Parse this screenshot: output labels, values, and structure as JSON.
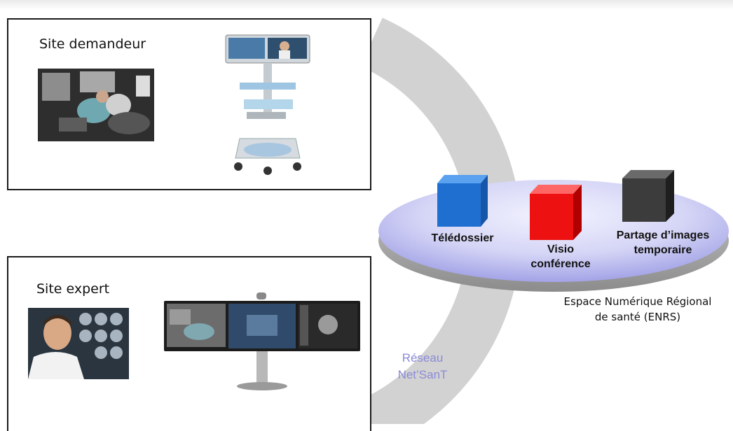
{
  "panels": {
    "requester": {
      "title": "Site demandeur"
    },
    "expert": {
      "title": "Site expert"
    }
  },
  "platform": {
    "services": [
      {
        "label_lines": [
          "Télédossier"
        ],
        "color": "#1e6fd0"
      },
      {
        "label_lines": [
          "Visio",
          "conférence"
        ],
        "color": "#ee1111"
      },
      {
        "label_lines": [
          "Partage d’images",
          "temporaire"
        ],
        "color": "#3c3c3c"
      }
    ],
    "caption_lines": [
      "Espace Numérique Régional",
      "de santé (ENRS)"
    ]
  },
  "network": {
    "label_lines": [
      "Réseau",
      "Net’SanT"
    ]
  },
  "colors": {
    "ring": "#d2d2d2",
    "disk_center": "#f2f2ff",
    "disk_edge": "#8e8ee0",
    "network_text": "#8a8ad8"
  }
}
